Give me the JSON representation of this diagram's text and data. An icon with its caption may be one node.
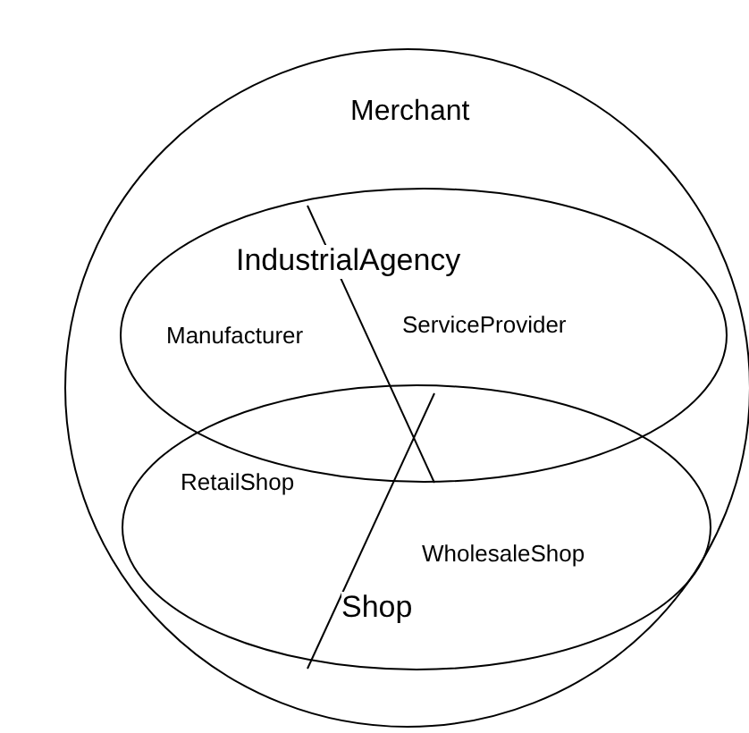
{
  "diagram": {
    "nodes": [
      {
        "text": [
          "Merchant"
        ]
      },
      {
        "text": [
          "IndustrialAgency"
        ],
        "in": 0
      },
      {
        "text": [
          "Manufacturer"
        ],
        "in": 1
      },
      {
        "text": [
          "ServiceProvider"
        ],
        "in": 1
      },
      {
        "text": [
          "Shop"
        ],
        "in": 0
      },
      {
        "text": [
          "RetailShop"
        ],
        "in": 4
      },
      {
        "text": [
          "WholesaleShop"
        ],
        "in": 4
      }
    ]
  }
}
